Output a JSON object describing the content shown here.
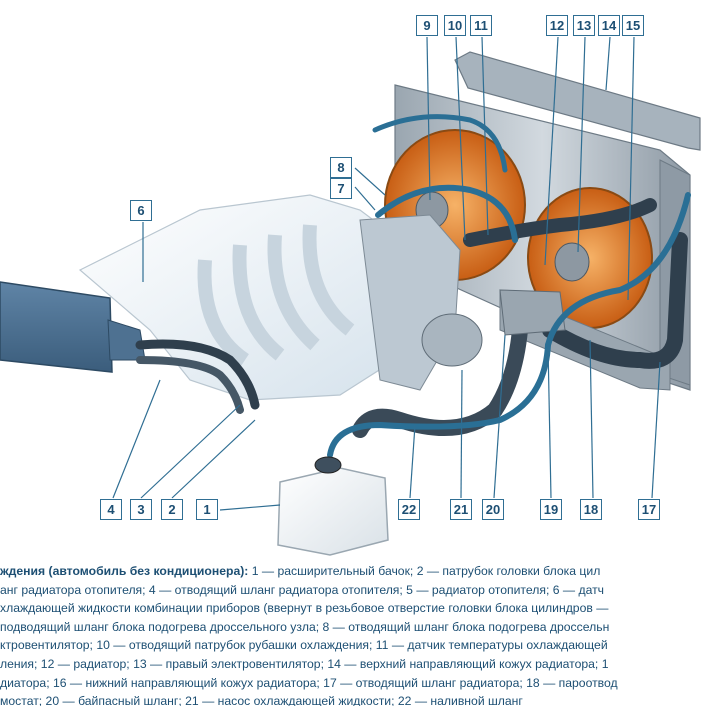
{
  "callouts": [
    {
      "id": "c9",
      "text": "9"
    },
    {
      "id": "c10",
      "text": "10"
    },
    {
      "id": "c11",
      "text": "11"
    },
    {
      "id": "c12",
      "text": "12"
    },
    {
      "id": "c13",
      "text": "13"
    },
    {
      "id": "c14",
      "text": "14"
    },
    {
      "id": "c15",
      "text": "15"
    },
    {
      "id": "c8",
      "text": "8"
    },
    {
      "id": "c7",
      "text": "7"
    },
    {
      "id": "c6",
      "text": "6"
    },
    {
      "id": "c4",
      "text": "4"
    },
    {
      "id": "c3",
      "text": "3"
    },
    {
      "id": "c2",
      "text": "2"
    },
    {
      "id": "c1",
      "text": "1"
    },
    {
      "id": "c22",
      "text": "22"
    },
    {
      "id": "c21",
      "text": "21"
    },
    {
      "id": "c20",
      "text": "20"
    },
    {
      "id": "c19",
      "text": "19"
    },
    {
      "id": "c18",
      "text": "18"
    },
    {
      "id": "c17",
      "text": "17"
    }
  ],
  "caption": {
    "line1_title": "ждения (автомобиль без кондиционера):",
    "line1_rest": " 1 — расширительный бачок; 2 — патрубок головки блока цил",
    "line2": "анг радиатора отопителя; 4 — отводящий шланг радиатора отопителя; 5 — радиатор отопителя; 6 — датч",
    "line3": "хлаждающей жидкости комбинации приборов (ввернут в резьбовое отверстие головки блока цилиндров —",
    "line4": "подводящий шланг блока подогрева дроссельного узла; 8 — отводящий шланг блока подогрева дроссельн",
    "line5": "ктровентилятор; 10 — отводящий патрубок рубашки охлаждения; 11 — датчик температуры охлаждающей",
    "line6": "ления; 12 — радиатор; 13 — правый электровентилятор; 14 — верхний направляющий кожух радиатора; 1",
    "line7": "диатора; 16 — нижний направляющий кожух радиатора; 17 — отводящий шланг радиатора; 18 — пароотвод",
    "line8": "мостат; 20 — байпасный шланг; 21 — насос охлаждающей жидкости; 22 — наливной шланг"
  },
  "colors": {
    "hose_blue": "#2a6f95",
    "hose_dark": "#2f3f4d",
    "label_border": "#2f6e93",
    "fan_orange": "#e07a24",
    "engine_white": "#eef3f7",
    "radiator_grey": "#b4bec6"
  }
}
